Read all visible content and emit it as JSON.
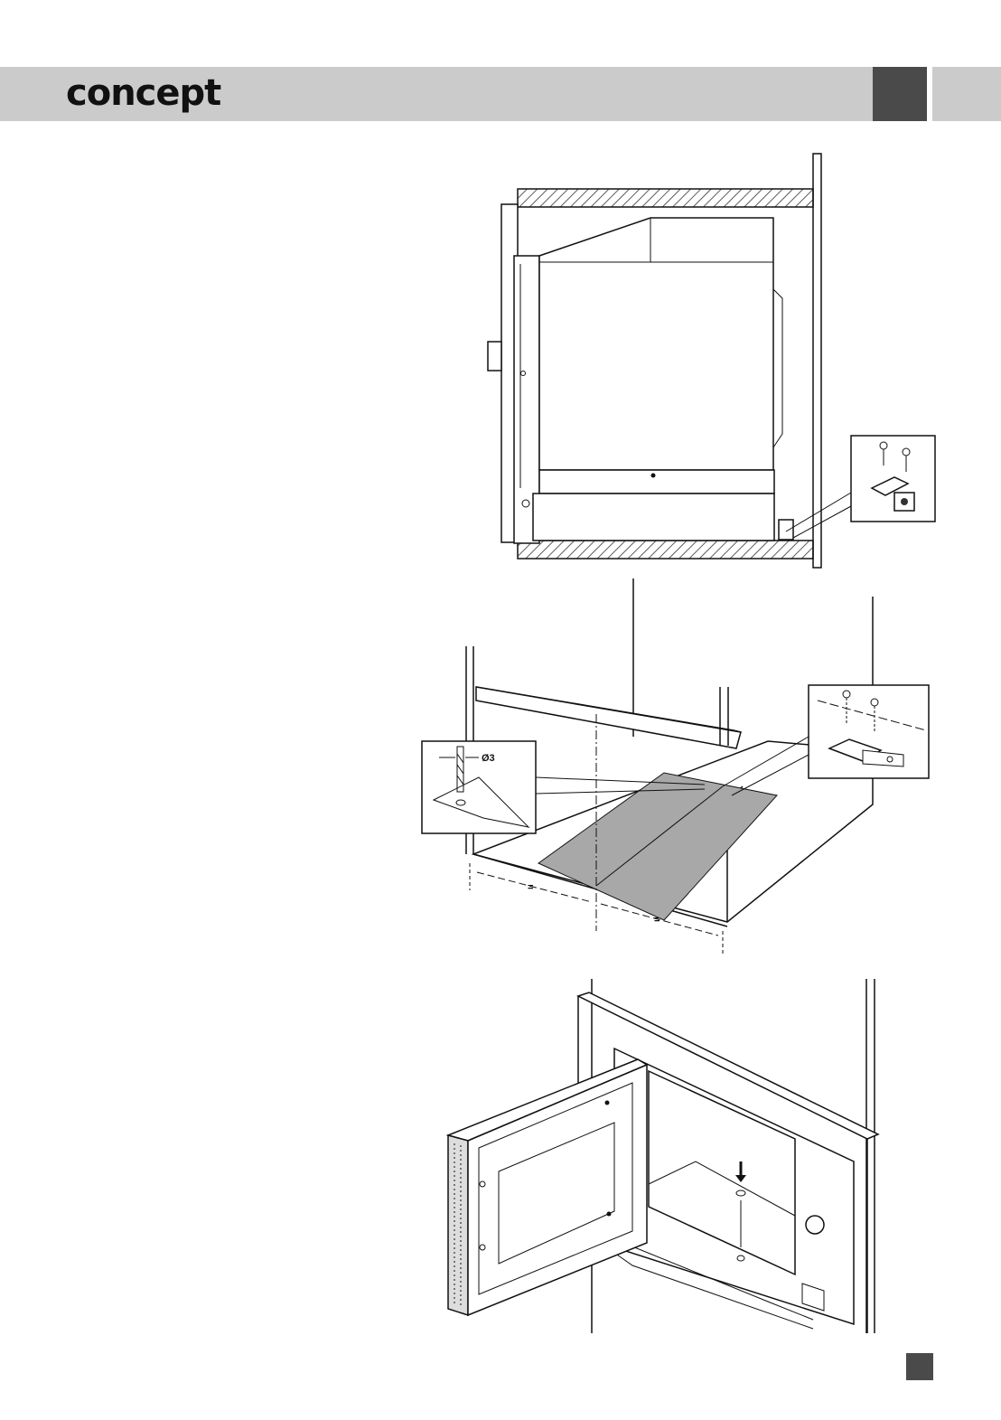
{
  "header": {
    "brand": "concept",
    "accent_color": "#4a4a4a",
    "bar_color": "#cbcbcb"
  },
  "figures": {
    "side_section": {
      "icon": "cabinet-side-section"
    },
    "cabinet_floor": {
      "drill_label": "Ø3",
      "equal_mark": "="
    },
    "mounting": {
      "icon": "microwave-door-open"
    }
  },
  "footer": {
    "marker_color": "#4a4a4a"
  }
}
